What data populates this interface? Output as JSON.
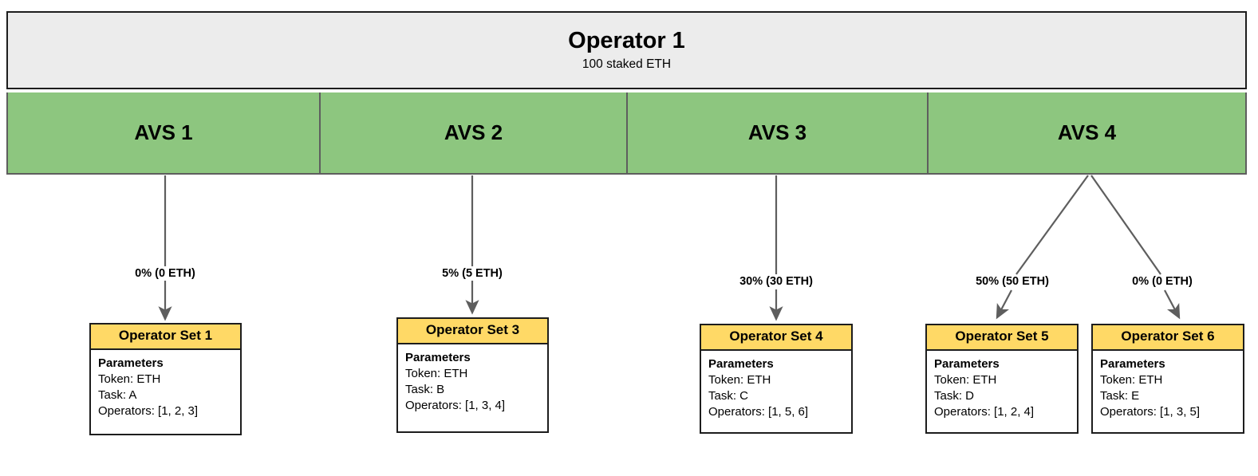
{
  "diagram": {
    "title": "Operator 1 AVS allocation diagram",
    "colors": {
      "operator_band": "#ececec",
      "avs_green": "#8dc67f",
      "opset_yellow": "#ffd966",
      "border": "#1d1d1d",
      "connector": "#5e5e5e"
    }
  },
  "operator": {
    "name": "Operator 1",
    "stake": "100 staked ETH"
  },
  "avs": [
    {
      "label": "AVS 1"
    },
    {
      "label": "AVS 2"
    },
    {
      "label": "AVS 3"
    },
    {
      "label": "AVS 4"
    }
  ],
  "allocations": [
    {
      "label": "0% (0 ETH)",
      "from": "AVS 1",
      "to": "Operator Set 1",
      "percent": 0,
      "eth": 0
    },
    {
      "label": "5% (5 ETH)",
      "from": "AVS 2",
      "to": "Operator Set 3",
      "percent": 5,
      "eth": 5
    },
    {
      "label": "30% (30 ETH)",
      "from": "AVS 3",
      "to": "Operator Set 4",
      "percent": 30,
      "eth": 30
    },
    {
      "label": "50% (50 ETH)",
      "from": "AVS 4",
      "to": "Operator Set 5",
      "percent": 50,
      "eth": 50
    },
    {
      "label": "0% (0 ETH)",
      "from": "AVS 4",
      "to": "Operator Set 6",
      "percent": 0,
      "eth": 0
    }
  ],
  "operator_sets": [
    {
      "title": "Operator Set 1",
      "params_heading": "Parameters",
      "token": "Token: ETH",
      "task": "Task: A",
      "operators": "Operators: [1, 2, 3]"
    },
    {
      "title": "Operator Set 3",
      "params_heading": "Parameters",
      "token": "Token: ETH",
      "task": "Task: B",
      "operators": "Operators: [1, 3, 4]"
    },
    {
      "title": "Operator Set 4",
      "params_heading": "Parameters",
      "token": "Token: ETH",
      "task": "Task: C",
      "operators": "Operators: [1, 5, 6]"
    },
    {
      "title": "Operator Set 5",
      "params_heading": "Parameters",
      "token": "Token: ETH",
      "task": "Task: D",
      "operators": "Operators: [1, 2, 4]"
    },
    {
      "title": "Operator Set 6",
      "params_heading": "Parameters",
      "token": "Token: ETH",
      "task": "Task: E",
      "operators": "Operators: [1, 3, 5]"
    }
  ]
}
